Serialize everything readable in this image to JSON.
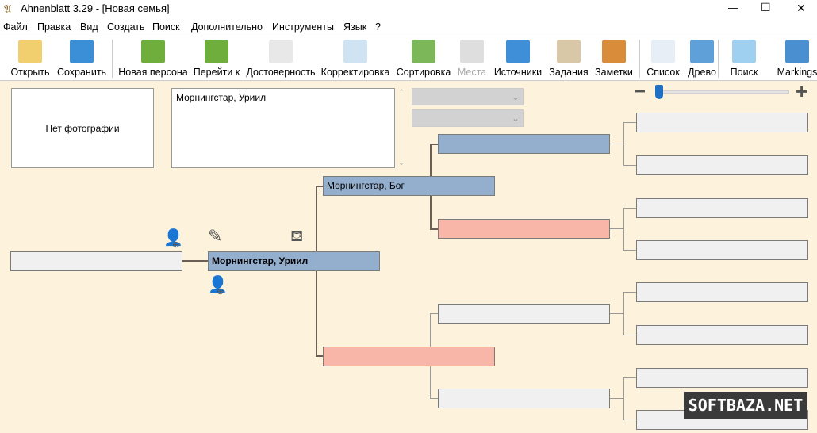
{
  "window": {
    "title": "Ahnenblatt 3.29 - [Новая семья]",
    "minimize": "—",
    "maximize": "☐",
    "close": "✕"
  },
  "menu": [
    "Файл",
    "Правка",
    "Вид",
    "Создать",
    "Поиск",
    "Дополнительно",
    "Инструменты",
    "Язык",
    "?"
  ],
  "toolbar": [
    {
      "label": "Открыть",
      "icon": "folder-icon",
      "color": "#f2cf6e"
    },
    {
      "label": "Сохранить",
      "icon": "save-icon",
      "color": "#3a8fd6"
    },
    {
      "label": "Новая персона",
      "icon": "new-person-icon",
      "color": "#6fae3c"
    },
    {
      "label": "Перейти к",
      "icon": "go-to-person-icon",
      "color": "#6fae3c"
    },
    {
      "label": "Достоверность",
      "icon": "checklist-icon",
      "color": "#e8e8e8"
    },
    {
      "label": "Корректировка",
      "icon": "spelling-icon",
      "color": "#cfe3f3"
    },
    {
      "label": "Сортировка",
      "icon": "sort-icon",
      "color": "#7cb85a"
    },
    {
      "label": "Места",
      "icon": "globe-icon",
      "color": "#c8c8c8",
      "disabled": true
    },
    {
      "label": "Источники",
      "icon": "book-icon",
      "color": "#3f8fd8"
    },
    {
      "label": "Задания",
      "icon": "clipboard-icon",
      "color": "#d9c8a8"
    },
    {
      "label": "Заметки",
      "icon": "address-book-icon",
      "color": "#d98c3a"
    },
    {
      "label": "Список",
      "icon": "list-icon",
      "color": "#e8eef5"
    },
    {
      "label": "Древо",
      "icon": "tree-icon",
      "color": "#5fa0d8"
    },
    {
      "label": "Поиск",
      "icon": "search-icon",
      "color": "#9fd0ef"
    },
    {
      "label": "Markings",
      "icon": "markings-icon",
      "color": "#4a8fcf"
    }
  ],
  "photo": {
    "text": "Нет фотографии"
  },
  "notes": {
    "value": "Морнингстар, Уриил"
  },
  "zoom": {
    "minus": "−",
    "plus": "+",
    "level": 0.0
  },
  "tree": {
    "child": "",
    "root": "Морнингстар, Уриил",
    "father": "Морнингстар, Бог",
    "mother": "",
    "grandparents": [
      "",
      "",
      "",
      ""
    ],
    "great_grandparents": [
      "",
      "",
      "",
      "",
      "",
      "",
      "",
      ""
    ]
  },
  "watermark": "SOFTBAZA.NET"
}
